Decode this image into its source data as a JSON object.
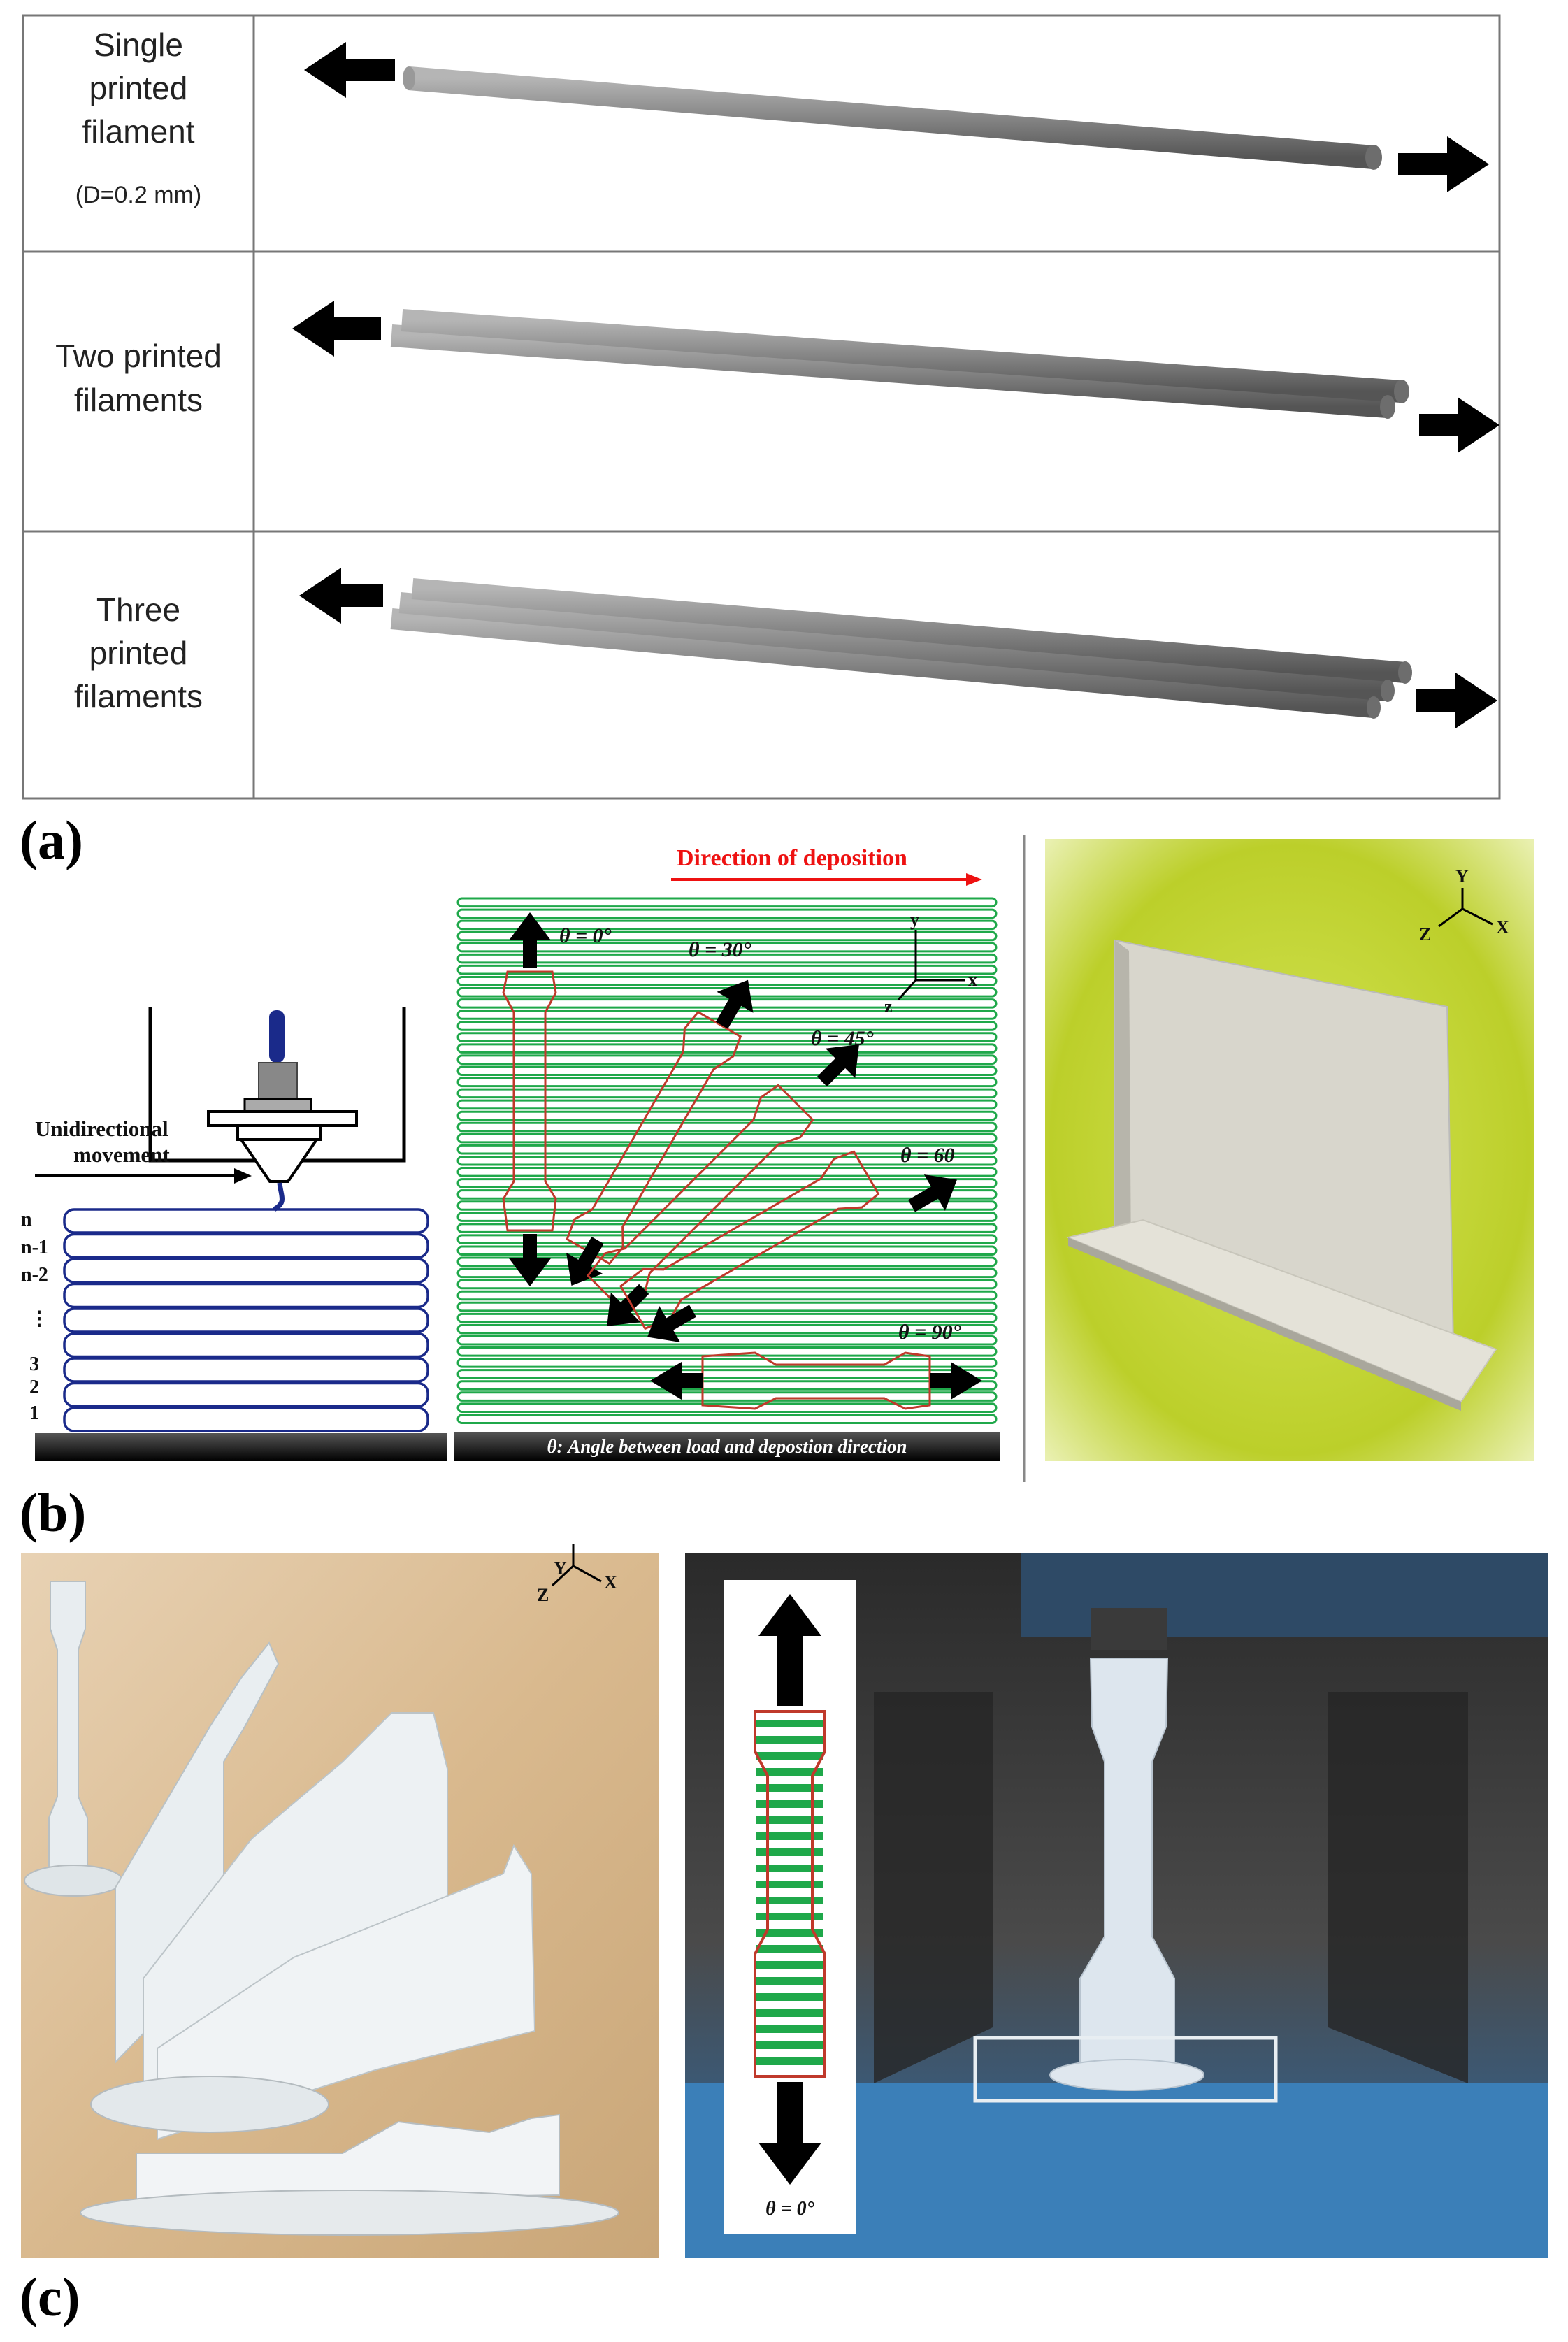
{
  "panel_a": {
    "label": "(a)",
    "rows": [
      {
        "title_lines": [
          "Single",
          "printed",
          "filament"
        ],
        "note": "(D=0.2 mm)",
        "count": 1
      },
      {
        "title_lines": [
          "Two printed",
          "filaments"
        ],
        "count": 2
      },
      {
        "title_lines": [
          "Three",
          "printed",
          "filaments"
        ],
        "count": 3
      }
    ]
  },
  "panel_b": {
    "label": "(b)",
    "unidirectional": [
      "Unidirectional",
      "movement"
    ],
    "layers": [
      "n",
      "n-1",
      "n-2",
      "⋮",
      "3",
      "2",
      "1"
    ],
    "direction_label": "Direction of deposition",
    "axis": {
      "y": "y",
      "x": "x",
      "z": "z"
    },
    "angles": [
      "θ = 0°",
      "θ = 30°",
      "θ = 45°",
      "θ = 60",
      "θ = 90°"
    ],
    "caption": "θ: Angle between load and depostion direction",
    "photo_axis": {
      "y": "Y",
      "x": "X",
      "z": "Z"
    }
  },
  "panel_c": {
    "label": "(c)",
    "photo_axis": {
      "y": "Y",
      "x": "X",
      "z": "Z"
    },
    "inset_angle": "θ = 0°"
  },
  "colors": {
    "green_lines": "#1fa84a",
    "blue_layers": "#1a2a8a",
    "red_outline": "#c0392b",
    "filament": "#7a7a7a",
    "yellow_bg": "#b8d22a",
    "print_bed_blue": "#3b7fb8"
  }
}
